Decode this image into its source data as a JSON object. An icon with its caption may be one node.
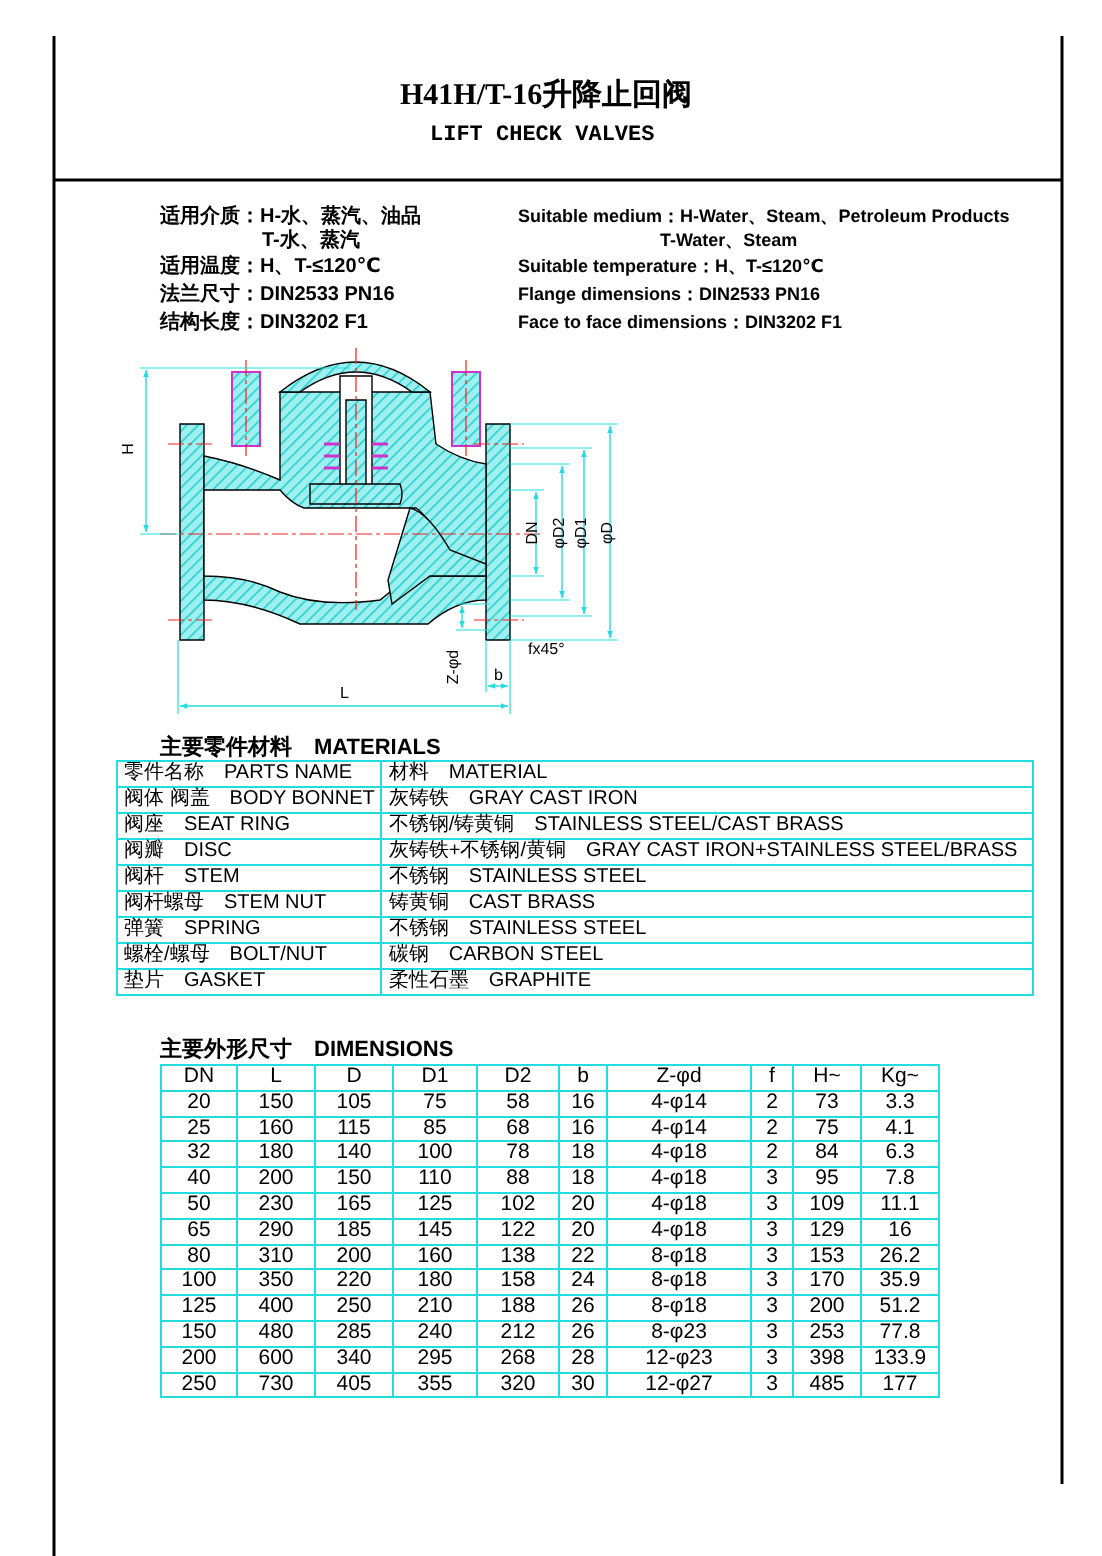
{
  "diagram": {
    "labels": [
      "H41H/T-16升降止回阀",
      "LIFT CHECK VALVES",
      "适用介质：H-水、蒸汽、油品",
      "Suitable medium：H-Water、Steam、Petroleum Products",
      "T-水、蒸汽",
      "T-Water、Steam",
      "适用温度：H、T-≤120℃",
      "Suitable temperature：H、T-≤120℃",
      "法兰尺寸：DIN2533 PN16",
      "Flange dimensions：DIN2533 PN16",
      "结构长度：DIN3202 F1",
      "Face to face dimensions：DIN3202 F1",
      "H",
      "DN",
      "φD2",
      "φD1",
      "φD",
      "Z-φd",
      "fx45°",
      "b",
      "L",
      "主要零件材料　MATERIALS",
      "零件名称　PARTS NAME",
      "材料　MATERIAL",
      "阀体 阀盖　BODY BONNET",
      "灰铸铁　GRAY CAST IRON",
      "阀座　SEAT RING",
      "不锈钢/铸黄铜　STAINLESS STEEL/CAST BRASS",
      "阀瓣　DISC",
      "灰铸铁+不锈钢/黄铜　GRAY CAST IRON+STAINLESS STEEL/BRASS",
      "阀杆　STEM",
      "不锈钢　STAINLESS STEEL",
      "阀杆螺母　STEM NUT",
      "铸黄铜　CAST BRASS",
      "弹簧　SPRING",
      "不锈钢　STAINLESS STEEL",
      "螺栓/螺母　BOLT/NUT",
      "碳钢　CARBON STEEL",
      "垫片　GASKET",
      "柔性石墨　GRAPHITE",
      "主要外形尺寸　DIMENSIONS",
      "DN",
      "L",
      "D",
      "D1",
      "D2",
      "b",
      "Z-φd",
      "f",
      "H~",
      "Kg~",
      "20",
      "150",
      "105",
      "75",
      "58",
      "16",
      "4-φ14",
      "2",
      "73",
      "3.3",
      "25",
      "160",
      "115",
      "85",
      "68",
      "16",
      "4-φ14",
      "2",
      "75",
      "4.1",
      "32",
      "180",
      "140",
      "100",
      "78",
      "18",
      "4-φ18",
      "2",
      "84",
      "6.3",
      "40",
      "200",
      "150",
      "110",
      "88",
      "18",
      "4-φ18",
      "3",
      "95",
      "7.8",
      "50",
      "230",
      "165",
      "125",
      "102",
      "20",
      "4-φ18",
      "3",
      "109",
      "11.1",
      "65",
      "290",
      "185",
      "145",
      "122",
      "20",
      "4-φ18",
      "3",
      "129",
      "16",
      "80",
      "310",
      "200",
      "160",
      "138",
      "22",
      "8-φ18",
      "3",
      "153",
      "26.2",
      "100",
      "350",
      "220",
      "180",
      "158",
      "24",
      "8-φ18",
      "3",
      "170",
      "35.9",
      "125",
      "400",
      "250",
      "210",
      "188",
      "26",
      "8-φ18",
      "3",
      "200",
      "51.2",
      "150",
      "480",
      "285",
      "240",
      "212",
      "26",
      "8-φ23",
      "3",
      "253",
      "77.8",
      "200",
      "600",
      "340",
      "295",
      "268",
      "28",
      "12-φ23",
      "3",
      "398",
      "133.9",
      "250",
      "730",
      "405",
      "355",
      "320",
      "30",
      "12-φ27",
      "3",
      "485",
      "177"
    ]
  }
}
